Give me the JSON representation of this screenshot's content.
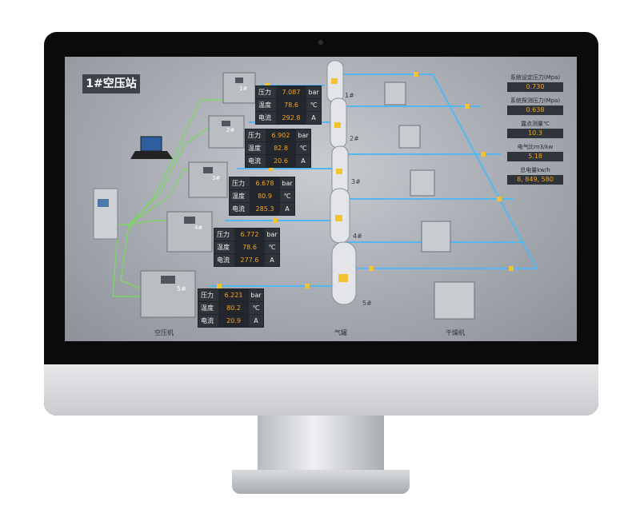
{
  "station_title": "1#空压站",
  "compressors": [
    {
      "id": "1#",
      "pressure": "7.087",
      "temperature": "78.6",
      "current": "292.8"
    },
    {
      "id": "2#",
      "pressure": "6.902",
      "temperature": "82.8",
      "current": "20.6"
    },
    {
      "id": "3#",
      "pressure": "6.678",
      "temperature": "80.9",
      "current": "285.3"
    },
    {
      "id": "4#",
      "pressure": "6.772",
      "temperature": "78.6",
      "current": "277.6"
    },
    {
      "id": "5#",
      "pressure": "6.221",
      "temperature": "80.2",
      "current": "20.9"
    }
  ],
  "labels": {
    "pressure": "压力",
    "temperature": "温度",
    "current": "电流"
  },
  "units": {
    "pressure": "bar",
    "temperature": "℃",
    "current": "A"
  },
  "tank_labels": [
    "1#",
    "2#",
    "3#",
    "4#",
    "5#"
  ],
  "bottom_labels": {
    "compressor": "空压机",
    "tank": "气罐",
    "dryer": "干燥机"
  },
  "right_panel": [
    {
      "label": "系统设定压力(Mpa)",
      "value": "0.730"
    },
    {
      "label": "系统探测压力(Mpa)",
      "value": "0.638"
    },
    {
      "label": "露点测量℃",
      "value": "10.3"
    },
    {
      "label": "电气比m3/kw",
      "value": "5.18"
    },
    {
      "label": "总电量kw/h",
      "value": "8, 849, 580"
    }
  ],
  "colors": {
    "accent_value": "#f5a623",
    "pipe_blue": "#53b8f0",
    "cable_green": "#7fd36a",
    "panel_bg": "#2f333a"
  }
}
